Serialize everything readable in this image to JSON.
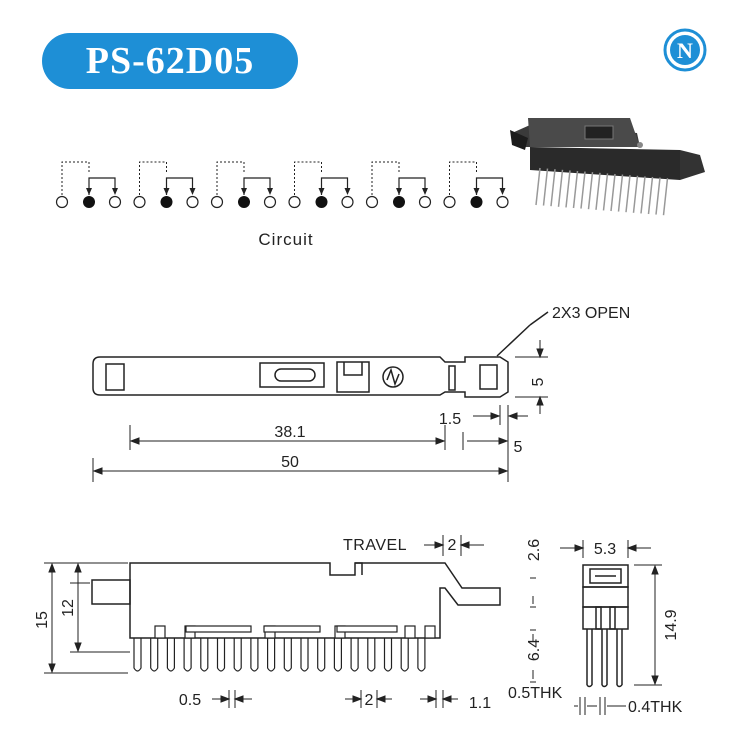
{
  "title": "PS-62D05",
  "logo_letter": "N",
  "colors": {
    "brand_blue": "#1e8fd6",
    "ink": "#222222",
    "pin_fill": "#111111"
  },
  "circuit": {
    "label": "Circuit",
    "groups": 6
  },
  "top_view": {
    "callout": "2X3 OPEN",
    "dims": {
      "length_between_terminals": "38.1",
      "overall_length": "50",
      "slot_width": "1.5",
      "slot_end": "5",
      "slot_height": "5"
    }
  },
  "side_view": {
    "travel_label": "TRAVEL",
    "travel": "2",
    "height_total": "15",
    "height_body": "12",
    "pin_pitch": "0.5",
    "pin_spacing": "2",
    "pin_width": "1.1"
  },
  "end_view": {
    "width": "5.3",
    "top_offset": "2.6",
    "pin_length": "6.4",
    "height": "14.9",
    "thk_left": "0.5THK",
    "thk_right": "0.4THK"
  }
}
